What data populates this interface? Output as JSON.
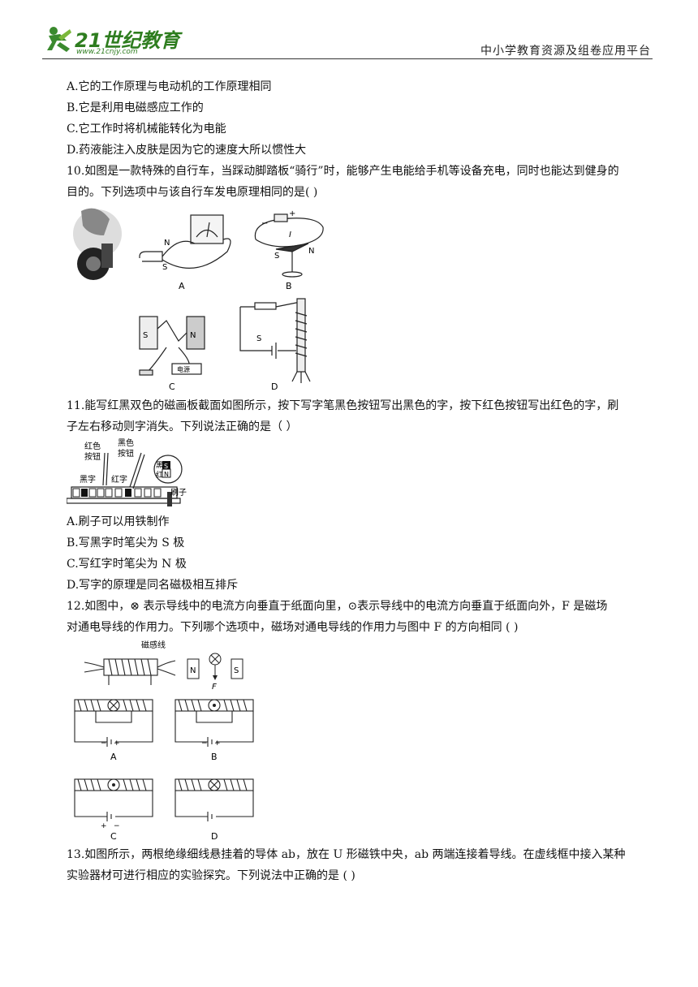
{
  "header": {
    "logo_brand": "21世纪教育",
    "logo_url": "www.21cnjy.com",
    "platform": "中小学教育资源及组卷应用平台"
  },
  "q9_options": [
    "A.它的工作原理与电动机的工作原理相同",
    "B.它是利用电磁感应工作的",
    "C.它工作时将机械能转化为电能",
    "D.药液能注入皮肤是因为它的速度大所以惯性大"
  ],
  "q10": {
    "line1": "10.如图是一款特殊的自行车，当踩动脚踏板“骑行”时，能够产生电能给手机等设备充电，同时也能达到健身的",
    "line2": "目的。下列选项中与该自行车发电原理相同的是(      )",
    "labels": {
      "a": "A",
      "b": "B",
      "c": "C",
      "d": "D"
    },
    "fig_text": {
      "n": "N",
      "s": "S",
      "minus": "−",
      "plus": "+",
      "i": "I",
      "power": "电源"
    }
  },
  "q11": {
    "line1": "11.能写红黑双色的磁画板截面如图所示，按下写字笔黑色按钮写出黑色的字，按下红色按钮写出红色的字，刷",
    "line2": "子左右移动则字消失。下列说法正确的是（     ）",
    "fig_text": {
      "red_button": "红色",
      "red_button2": "按钮",
      "black_button": "黑色",
      "black_button2": "按钮",
      "black_char": "黑字",
      "red_char": "红字",
      "brush": "刷子",
      "hei": "黑",
      "hong": "红",
      "s": "S",
      "n": "N"
    },
    "options": [
      "A.刷子可以用铁制作",
      "B.写黑字时笔尖为 S 极",
      "C.写红字时笔尖为 N 极",
      "D.写字的原理是同名磁极相互排斥"
    ]
  },
  "q12": {
    "line1": "12.如图中，⊗ 表示导线中的电流方向垂直于纸面向里，⊙表示导线中的电流方向垂直于纸面向外，F 是磁场",
    "line2": "对通电导线的作用力。下列哪个选项中，磁场对通电导线的作用力与图中 F  的方向相同               (      )",
    "fig_text": {
      "field_lines": "磁感线",
      "n": "N",
      "s": "S",
      "f": "F",
      "a": "A",
      "b": "B",
      "c": "C",
      "d": "D",
      "minus": "−",
      "plus": "+"
    }
  },
  "q13": {
    "line1": "13.如图所示，两根绝缘细线悬挂着的导体  ab，放在 U 形磁铁中央，ab 两端连接着导线。在虚线框中接入某种",
    "line2": "实验器材可进行相应的实验探究。下列说法中正确的是                                                                (      )"
  }
}
